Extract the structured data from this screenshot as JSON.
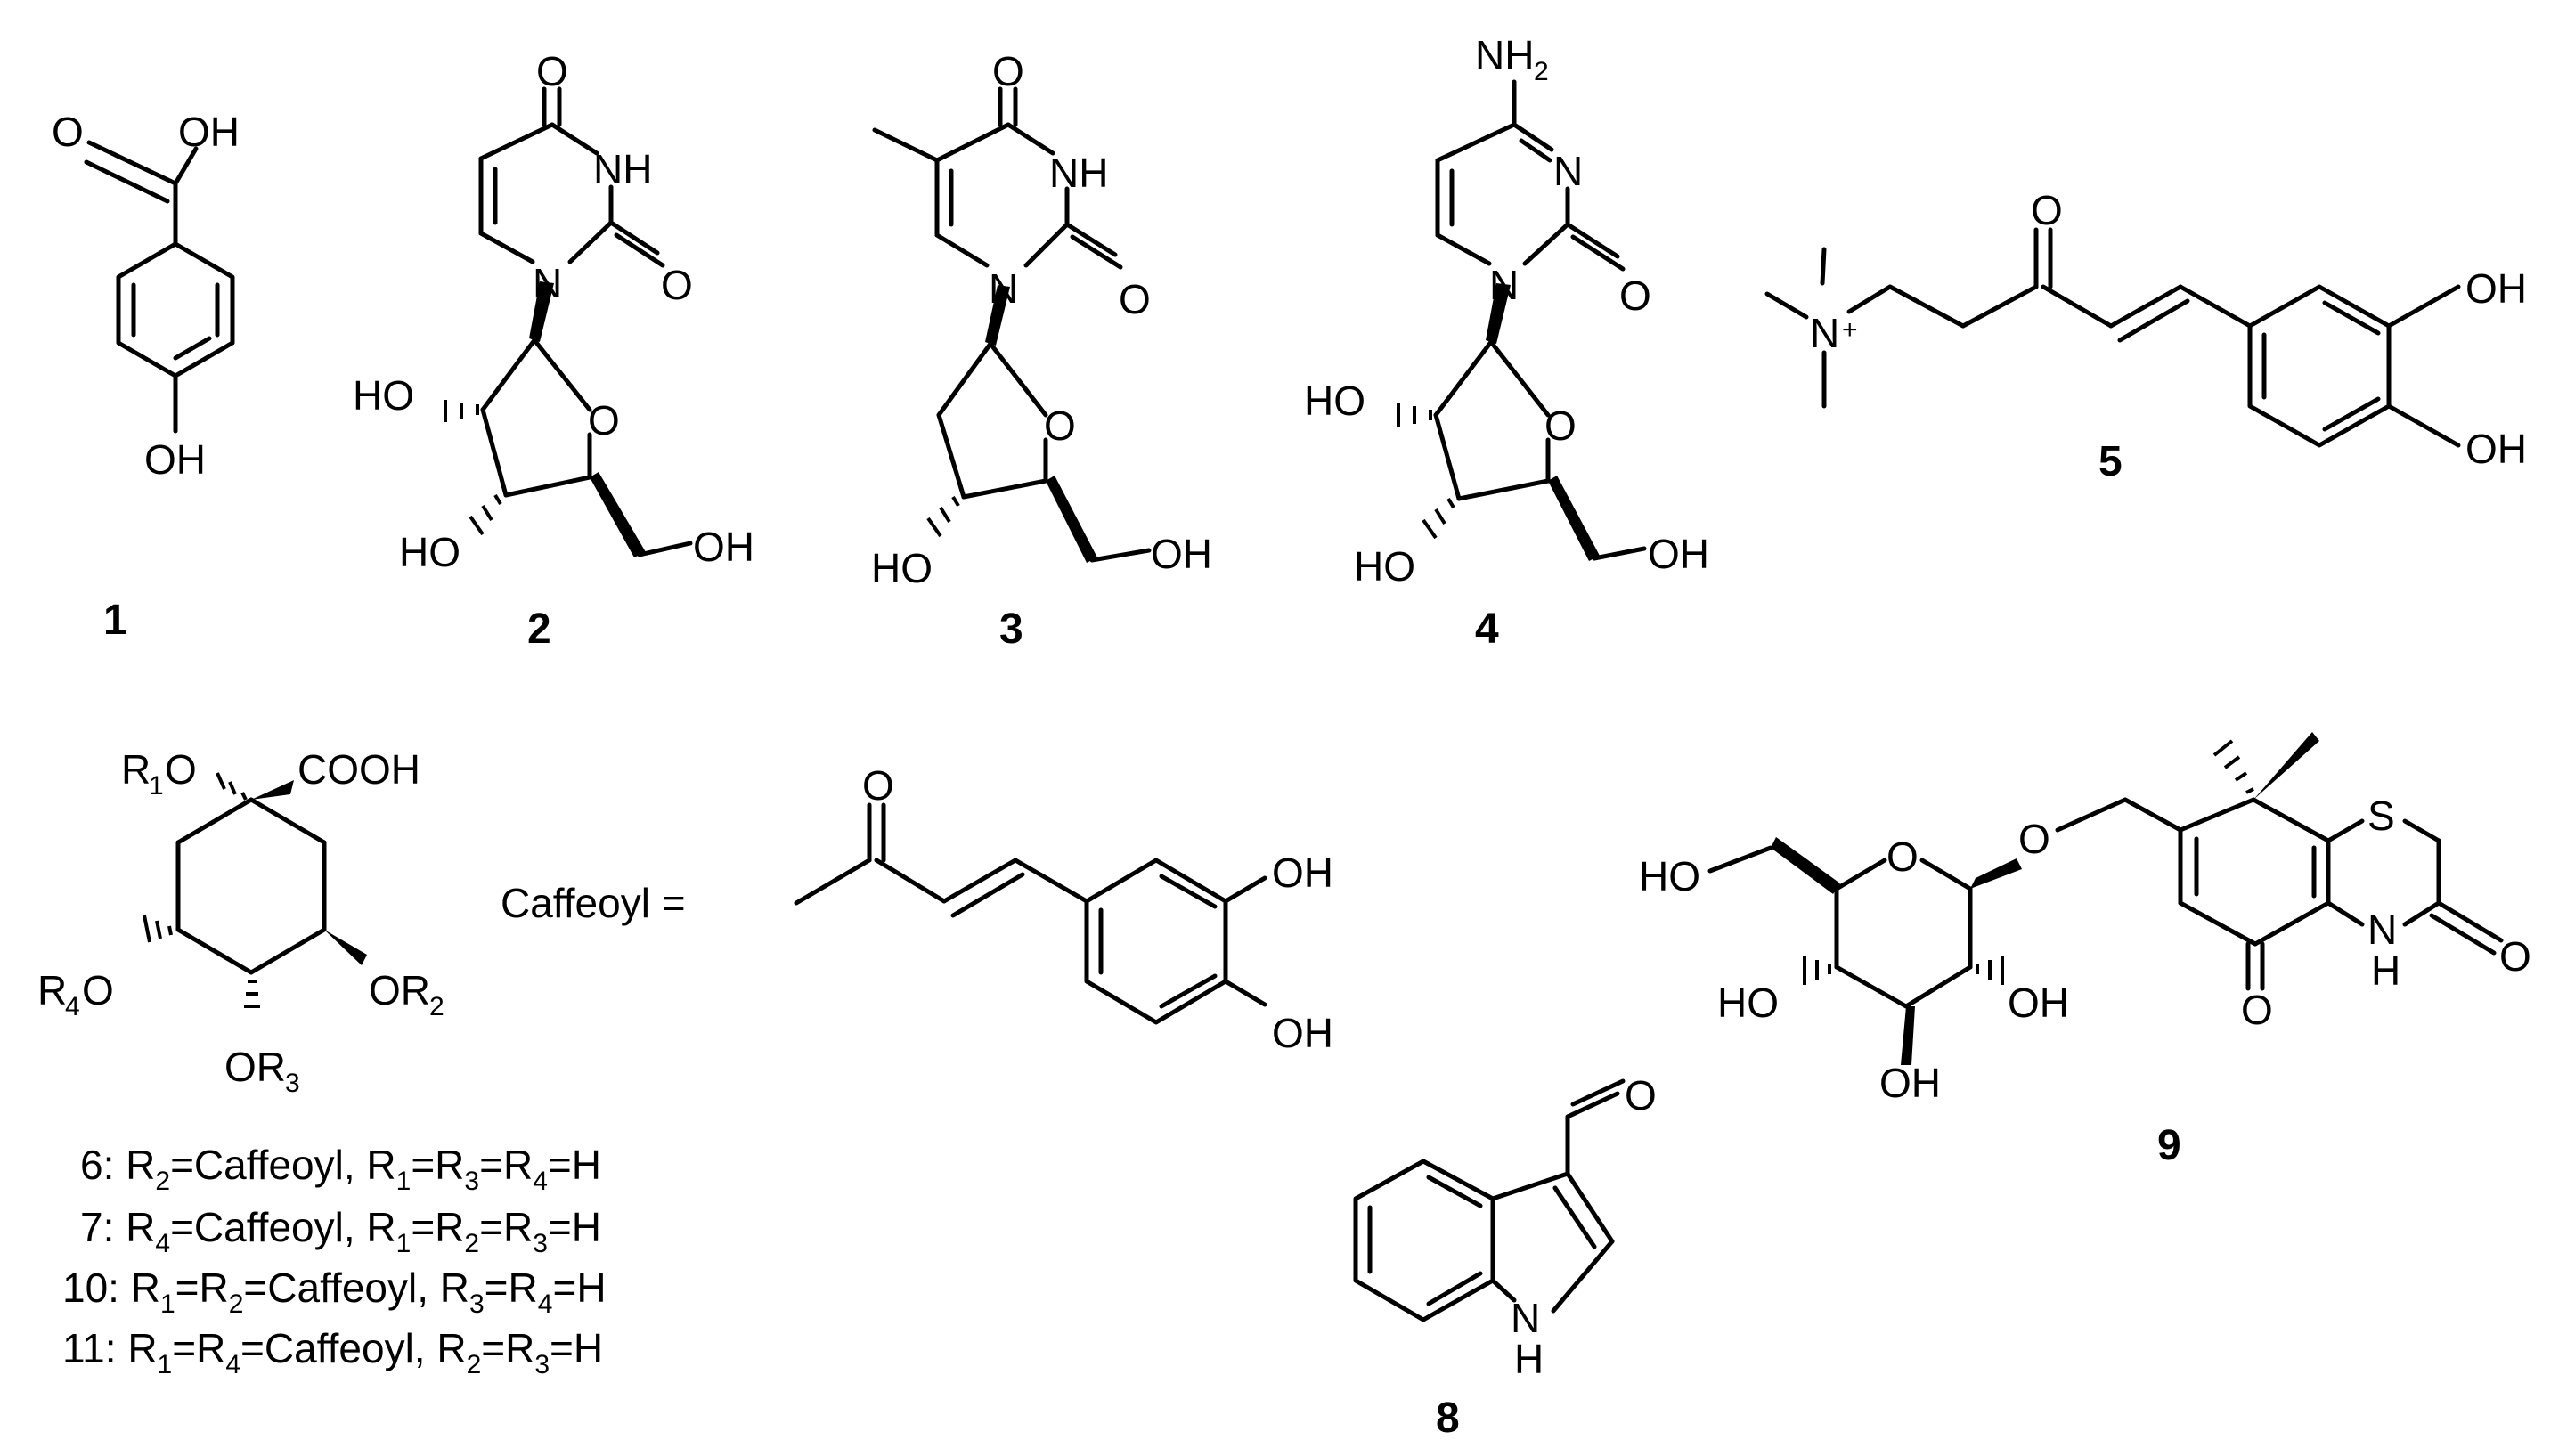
{
  "labels": {
    "c1": {
      "cmpd": "1",
      "o": "O",
      "oh1": "OH",
      "oh2": "OH"
    },
    "c2": {
      "cmpd": "2",
      "o1": "O",
      "nh": "NH",
      "o2": "O",
      "n": "N",
      "o_ring": "O",
      "ho1": "HO",
      "ho2": "HO",
      "oh": "OH"
    },
    "c3": {
      "cmpd": "3",
      "o1": "O",
      "nh": "NH",
      "o2": "O",
      "n": "N",
      "o_ring": "O",
      "ho": "HO",
      "oh": "OH"
    },
    "c4": {
      "cmpd": "4",
      "nh": "NH",
      "nh_sub": "2",
      "n1": "N",
      "o1": "O",
      "n2": "N",
      "o_ring": "O",
      "ho1": "HO",
      "ho2": "HO",
      "oh": "OH"
    },
    "c5": {
      "cmpd": "5",
      "o": "O",
      "n": "N",
      "plus": "+",
      "oh1": "OH",
      "oh2": "OH"
    },
    "quinic": {
      "r1o_r": "R",
      "r1o_sub": "1",
      "r1o_o": "O",
      "cooh": "COOH",
      "r4o_r": "R",
      "r4o_sub": "4",
      "r4o_o": "O",
      "or2_o": "OR",
      "or2_sub": "2",
      "or3_o": "OR",
      "or3_sub": "3"
    },
    "caffeoyl": {
      "text": "Caffeoyl =",
      "o": "O",
      "oh1": "OH",
      "oh2": "OH"
    },
    "c8": {
      "cmpd": "8",
      "o": "O",
      "n": "N",
      "h": "H"
    },
    "c9": {
      "cmpd": "9",
      "s": "S",
      "o_pyr": "O",
      "o_gly": "O",
      "ho1": "HO",
      "ho2": "HO",
      "oh1": "OH",
      "oh2": "OH",
      "o_k1": "O",
      "n": "N",
      "h": "H",
      "o_k2": "O"
    }
  },
  "legend": [
    {
      "id": "6",
      "parts": [
        "6: R",
        "2",
        "=Caffeoyl, R",
        "1",
        "=R",
        "3",
        "=R",
        "4",
        "=H"
      ]
    },
    {
      "id": "7",
      "parts": [
        "7: R",
        "4",
        "=Caffeoyl, R",
        "1",
        "=R",
        "2",
        "=R",
        "3",
        "=H"
      ]
    },
    {
      "id": "10",
      "parts": [
        "10: R",
        "1",
        "=R",
        "2",
        "=Caffeoyl, R",
        "3",
        "=R",
        "4",
        "=H"
      ]
    },
    {
      "id": "11",
      "parts": [
        "11: R",
        "1",
        "=R",
        "4",
        "=Caffeoyl, R",
        "2",
        "=R",
        "3",
        "=H"
      ]
    }
  ]
}
